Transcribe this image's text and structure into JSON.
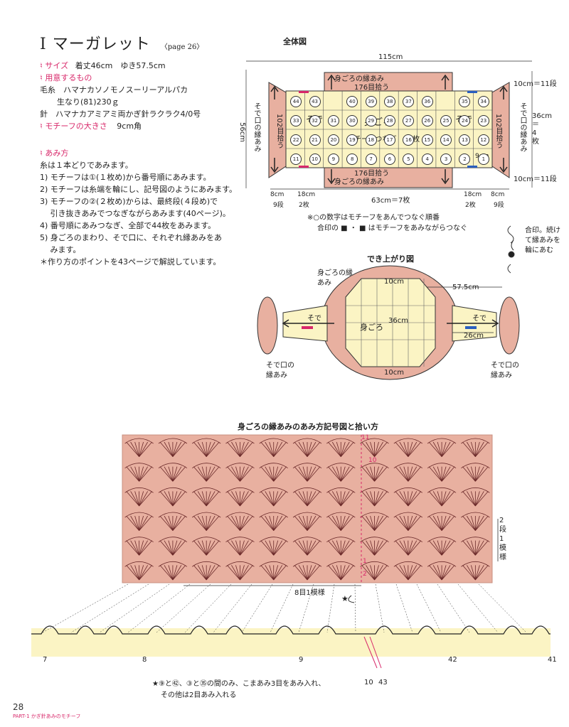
{
  "header": {
    "roman": "I",
    "title": "マーガレット",
    "ref": "〈page 26〉"
  },
  "specs": {
    "size_label": "♮ サイズ",
    "size_value": "着丈46cm　ゆき57.5cm",
    "materials_label": "♮ 用意するもの",
    "yarn": "毛糸　ハマナカソノモノスーリーアルパカ",
    "yarn_color": "生なり(81)230ｇ",
    "hook": "針　ハマナカアミアミ両かぎ針ラクラク4/0号",
    "motif_label": "♮ モチーフの大きさ",
    "motif_value": "9cm角"
  },
  "method": {
    "label": "♮ あみ方",
    "steps": [
      "糸は１本どりであみます。",
      "1) モチーフは①(１枚め)から番号順にあみます。",
      "2) モチーフは糸端を輪にし、記号図のようにあみます。",
      "3) モチーフの②(２枚め)からは、最終段(４段め)で",
      "　 引き抜きあみでつなぎながらあみます(40ページ)。",
      "4) 番号順にあみつなぎ、全部で44枚をあみます。",
      "5) 身ごろのまわり、そで口に、それぞれ縁あみをあ",
      "　 みます。",
      "＊作り方のポイントを43ページで解説しています。"
    ]
  },
  "overall": {
    "title": "全体図",
    "width": "115cm",
    "height": "56cm",
    "top_edge": "身ごろの縁あみ",
    "top_pick": "176目拾う",
    "bottom_edge": "身ごろの縁あみ",
    "bottom_pick": "176目拾う",
    "sleeve": "そで",
    "body": "身ごろ",
    "motif_join": "モチーフつなぎ　44枚",
    "cuff_left": "そで口の縁あみ",
    "cuff_right": "そで口の縁あみ",
    "cuff_pick": "102目拾う",
    "right_top": "10cm＝11段",
    "right_mid": "36cm＝4枚",
    "right_bottom": "10cm＝11段",
    "motif_size": "9cm",
    "dim_8a": "8cm",
    "dim_8a_rows": "9段",
    "dim_18a": "18cm",
    "dim_18a_cnt": "2枚",
    "dim_63": "63cm＝7枚",
    "dim_18b": "18cm",
    "dim_18b_cnt": "2枚",
    "dim_8b": "8cm",
    "dim_8b_rows": "9段",
    "note1": "※○の数字はモチーフをあんでつなぐ順番",
    "note2": "合印の ■ ・ ■ はモチーフをあみながらつなぐ",
    "side_note": "合印。続けて縁あみを輪にあむ",
    "row1": [
      "44",
      "43",
      "40",
      "39",
      "38",
      "37",
      "36",
      "35",
      "34"
    ],
    "row2": [
      "33",
      "32",
      "31",
      "30",
      "29",
      "28",
      "27",
      "26",
      "25",
      "24",
      "23"
    ],
    "row3": [
      "22",
      "21",
      "20",
      "19",
      "18",
      "17",
      "16",
      "15",
      "14",
      "13",
      "12"
    ],
    "row4": [
      "11",
      "10",
      "9",
      "8",
      "7",
      "6",
      "5",
      "4",
      "3",
      "2",
      "1"
    ]
  },
  "finished": {
    "title": "でき上がり図",
    "edge": "身ごろの縁あみ",
    "top": "10cm",
    "bottom": "10cm",
    "width": "57.5cm",
    "body": "身ごろ",
    "height": "36cm",
    "sleeve_l": "そで",
    "sleeve_r": "そで",
    "sleeve_w": "26cm",
    "cuff_l": "そで口の縁あみ",
    "cuff_r": "そで口の縁あみ"
  },
  "chart": {
    "title": "身ごろの縁あみのあみ方記号図と拾い方",
    "repeat_v": "2段1模様",
    "repeat_h": "8目1模様",
    "row_marks": [
      "11",
      "10",
      "1",
      "2"
    ],
    "motifs": [
      "7",
      "8",
      "9",
      "10",
      "43",
      "42",
      "41"
    ],
    "note1": "★⑨と㊷、③と㉟の間のみ、こまあみ3目をあみ入れ、",
    "note2": "その他は2目あみ入れる"
  },
  "footer": {
    "page": "28",
    "part": "PART-1 かぎ針あみのモチーフ"
  },
  "colors": {
    "accent": "#d8286a",
    "salmon": "#e8b0a0",
    "cream": "#fbf4c4",
    "dark": "#222222"
  }
}
